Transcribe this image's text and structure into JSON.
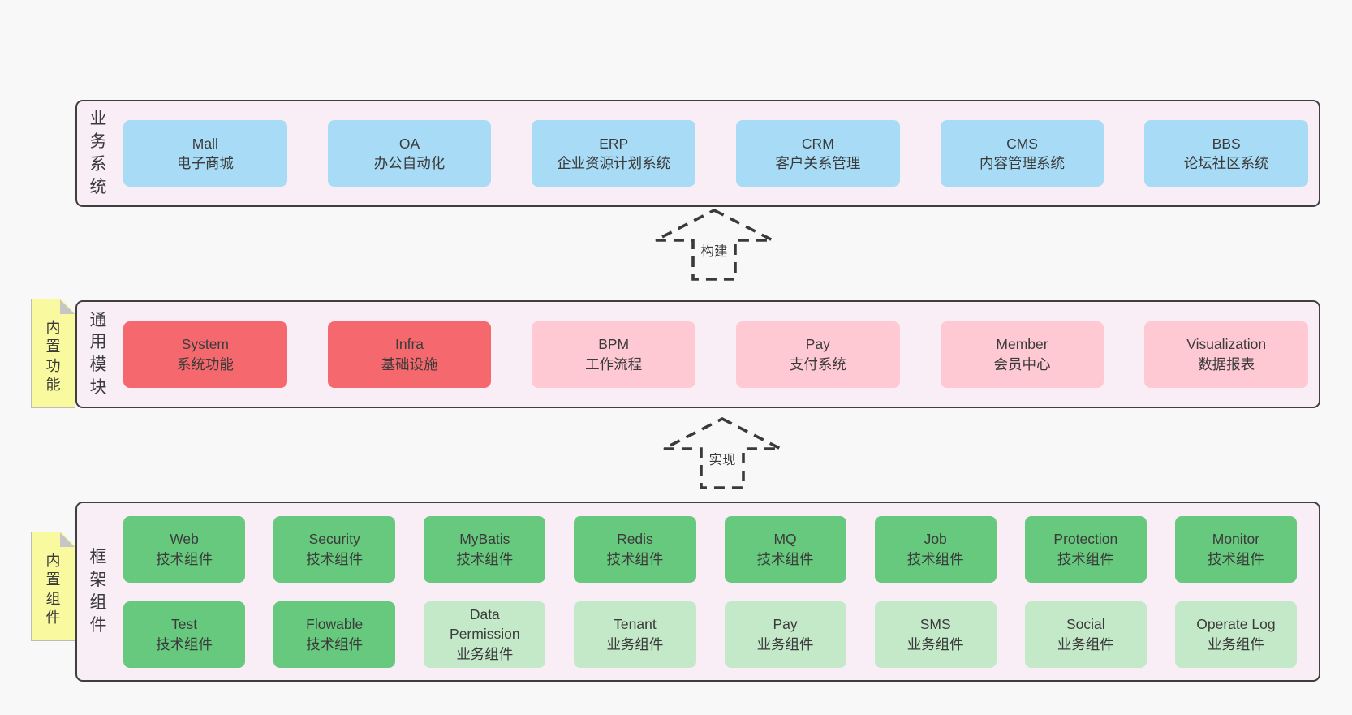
{
  "colors": {
    "page_bg": "#f8f8f8",
    "panel_bg": "#f9edf6",
    "panel_border": "#3f3f3f",
    "box_blue": "#a8dbf5",
    "box_red": "#f5696e",
    "box_pink": "#fec9d3",
    "box_green": "#66c97e",
    "box_light_green": "#c3e9c9",
    "sticky_yellow": "#f9f9a0",
    "text": "#3b3b3b"
  },
  "layers": [
    {
      "label": "业务系统",
      "boxes": [
        {
          "name": "Mall",
          "subtitle": "电子商城"
        },
        {
          "name": "OA",
          "subtitle": "办公自动化"
        },
        {
          "name": "ERP",
          "subtitle": "企业资源计划系统"
        },
        {
          "name": "CRM",
          "subtitle": "客户关系管理"
        },
        {
          "name": "CMS",
          "subtitle": "内容管理系统"
        },
        {
          "name": "BBS",
          "subtitle": "论坛社区系统"
        }
      ]
    },
    {
      "label": "通用模块",
      "sticky": "内置功能",
      "boxes": [
        {
          "name": "System",
          "subtitle": "系统功能"
        },
        {
          "name": "Infra",
          "subtitle": "基础设施"
        },
        {
          "name": "BPM",
          "subtitle": "工作流程"
        },
        {
          "name": "Pay",
          "subtitle": "支付系统"
        },
        {
          "name": "Member",
          "subtitle": "会员中心"
        },
        {
          "name": "Visualization",
          "subtitle": "数据报表"
        }
      ]
    },
    {
      "label": "框架组件",
      "sticky": "内置组件",
      "rows": [
        [
          {
            "name": "Web",
            "subtitle": "技术组件"
          },
          {
            "name": "Security",
            "subtitle": "技术组件"
          },
          {
            "name": "MyBatis",
            "subtitle": "技术组件"
          },
          {
            "name": "Redis",
            "subtitle": "技术组件"
          },
          {
            "name": "MQ",
            "subtitle": "技术组件"
          },
          {
            "name": "Job",
            "subtitle": "技术组件"
          },
          {
            "name": "Protection",
            "subtitle": "技术组件"
          },
          {
            "name": "Monitor",
            "subtitle": "技术组件"
          }
        ],
        [
          {
            "name": "Test",
            "subtitle": "技术组件"
          },
          {
            "name": "Flowable",
            "subtitle": "技术组件"
          },
          {
            "name": "Data Permission",
            "subtitle": "业务组件"
          },
          {
            "name": "Tenant",
            "subtitle": "业务组件"
          },
          {
            "name": "Pay",
            "subtitle": "业务组件"
          },
          {
            "name": "SMS",
            "subtitle": "业务组件"
          },
          {
            "name": "Social",
            "subtitle": "业务组件"
          },
          {
            "name": "Operate Log",
            "subtitle": "业务组件"
          }
        ]
      ]
    }
  ],
  "arrows": [
    {
      "label": "构建"
    },
    {
      "label": "实现"
    }
  ]
}
